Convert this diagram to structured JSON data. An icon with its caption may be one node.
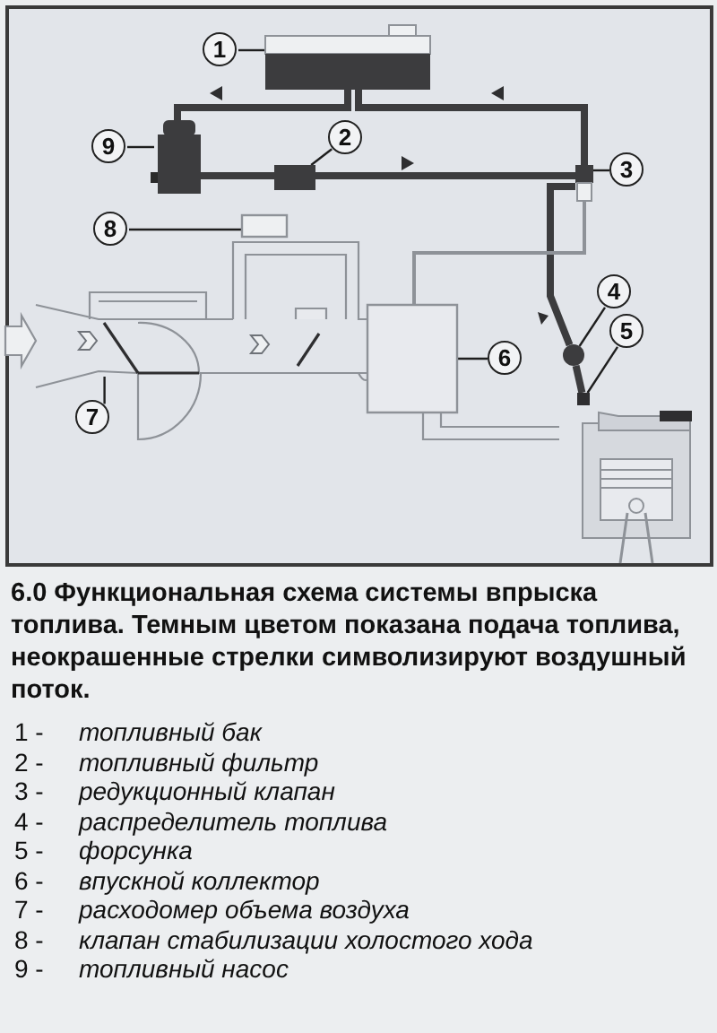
{
  "diagram": {
    "caption": "6.0 Функциональная схема системы впрыска топлива. Темным цветом показана подача топлива, неокрашенные стрелки символизируют воздушный поток.",
    "nodes": [
      {
        "text": [
          "1"
        ]
      },
      {
        "text": [
          "2"
        ]
      },
      {
        "text": [
          "3"
        ]
      },
      {
        "text": [
          "4"
        ]
      },
      {
        "text": [
          "5"
        ]
      },
      {
        "text": [
          "6"
        ]
      },
      {
        "text": [
          "7"
        ]
      },
      {
        "text": [
          "8"
        ]
      },
      {
        "text": [
          "9"
        ]
      },
      {
        "text": [],
        "shape": "box"
      },
      {
        "text": [],
        "shape": "box"
      },
      {
        "text": [],
        "shape": "box"
      },
      {
        "text": [],
        "shape": "circle"
      },
      {
        "text": [],
        "shape": "box"
      },
      {
        "text": [],
        "shape": "box"
      },
      {
        "text": [],
        "shape": "picture"
      },
      {
        "text": [],
        "shape": "box"
      },
      {
        "text": [],
        "shape": "box"
      }
    ],
    "edges": [
      {
        "from": 0,
        "to": 9,
        "arrow": "none"
      },
      {
        "from": 1,
        "to": 10,
        "arrow": "none"
      },
      {
        "from": 2,
        "to": 11,
        "arrow": "none"
      },
      {
        "from": 3,
        "to": 12,
        "arrow": "none"
      },
      {
        "from": 4,
        "to": 13,
        "arrow": "none"
      },
      {
        "from": 5,
        "to": 14,
        "arrow": "none"
      },
      {
        "from": 6,
        "to": 15,
        "arrow": "none"
      },
      {
        "from": 7,
        "to": 16,
        "arrow": "none"
      },
      {
        "from": 8,
        "to": 17,
        "arrow": "none"
      },
      {
        "from": 9,
        "to": 17,
        "arrow": "none",
        "style": "thick"
      },
      {
        "from": 9,
        "to": 11,
        "arrow": "none",
        "style": "thick"
      },
      {
        "from": 17,
        "to": 10,
        "arrow": "none",
        "style": "thick"
      },
      {
        "from": 10,
        "to": 11,
        "arrow": "none",
        "style": "thick"
      },
      {
        "from": 11,
        "to": 12,
        "arrow": "none",
        "style": "thick"
      },
      {
        "from": 12,
        "to": 13,
        "arrow": "none",
        "style": "thick"
      },
      {
        "from": 14,
        "to": 11,
        "arrow": "none",
        "color": "#8e9298"
      }
    ],
    "labels": [
      "1 -",
      "топливный бак",
      "2 -",
      "топливный фильтр",
      "3 -",
      "редукционный клапан",
      "4 -",
      "распределитель топлива",
      "5 -",
      "форсунка",
      "6 -",
      "впускной коллектор",
      "7 -",
      "расходомер объема воздуха",
      "8 -",
      "клапан стабилизации холостого хода",
      "9 -",
      "топливный насос"
    ]
  }
}
